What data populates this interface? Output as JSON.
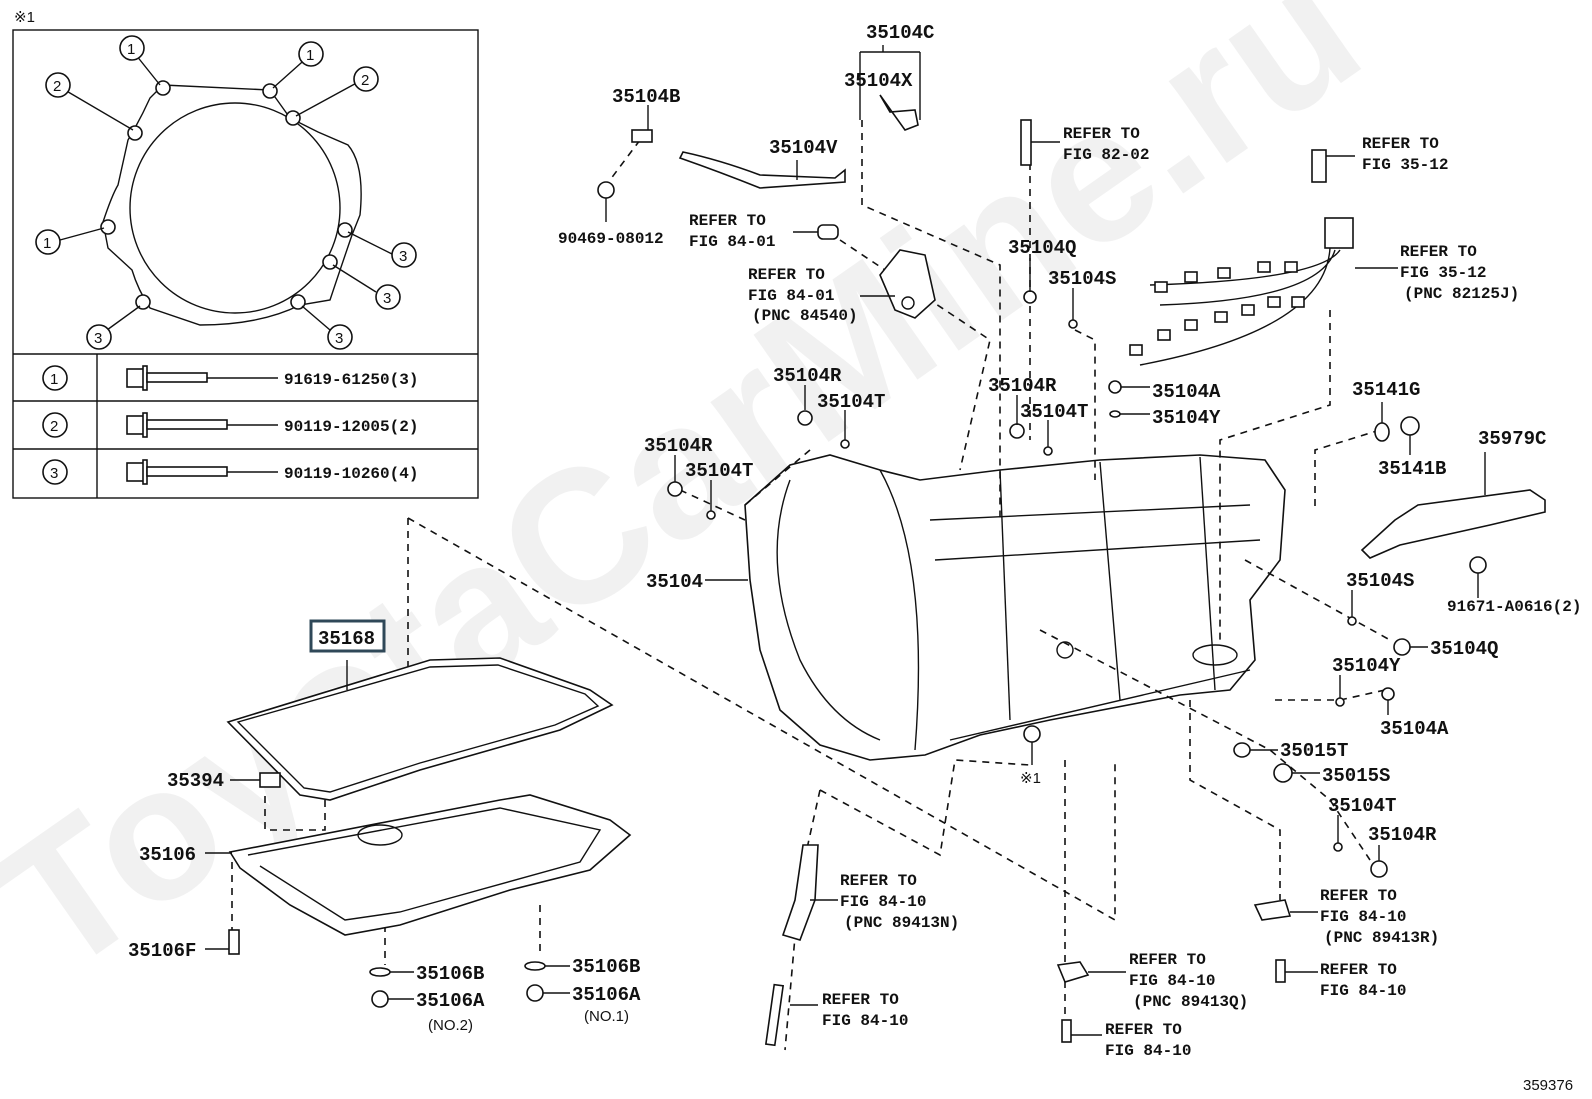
{
  "diagram": {
    "title_ref": "359376",
    "watermark": "ToyotaCarMine.ru",
    "highlight_color": "#2f4858",
    "inset": {
      "mark": "※1",
      "bolt_callouts": [
        "1",
        "2",
        "1",
        "2",
        "1",
        "3",
        "3",
        "3",
        "3"
      ],
      "table": [
        {
          "key": "1",
          "part": "91619-61250(3)"
        },
        {
          "key": "2",
          "part": "90119-12005(2)"
        },
        {
          "key": "3",
          "part": "90119-10260(4)"
        }
      ]
    },
    "labels": {
      "l35104C": "35104C",
      "l35104X": "35104X",
      "l35104B": "35104B",
      "l35104V": "35104V",
      "l90469": "90469-08012",
      "l35104Q_top": "35104Q",
      "l35104S_top": "35104S",
      "l35104R_a": "35104R",
      "l35104T_a": "35104T",
      "l35104R_b": "35104R",
      "l35104T_b": "35104T",
      "l35104R_c": "35104R",
      "l35104T_c": "35104T",
      "l35104A_top": "35104A",
      "l35104Y_top": "35104Y",
      "l35141G": "35141G",
      "l35141B": "35141B",
      "l35979C": "35979C",
      "l91671": "91671-A0616(2)",
      "l35104": "35104",
      "l35104S_r": "35104S",
      "l35104Q_r": "35104Q",
      "l35104Y_r": "35104Y",
      "l35104A_r": "35104A",
      "l35015T": "35015T",
      "l35015S": "35015S",
      "l35104T_r": "35104T",
      "l35104R_r": "35104R",
      "l35168": "35168",
      "l35394": "35394",
      "l35106": "35106",
      "l35106F": "35106F",
      "l35106B_1": "35106B",
      "l35106A_1": "35106A",
      "l35106A_1_note": "(NO.2)",
      "l35106B_2": "35106B",
      "l35106A_2": "35106A",
      "l35106A_2_note": "(NO.1)",
      "mark1": "※1"
    },
    "refer": {
      "r1": [
        "REFER TO",
        "FIG 84-01"
      ],
      "r2": [
        "REFER TO",
        "FIG 84-01",
        "(PNC 84540)"
      ],
      "r3": [
        "REFER TO",
        "FIG 82-02"
      ],
      "r4": [
        "REFER TO",
        "FIG 35-12"
      ],
      "r5": [
        "REFER TO",
        "FIG 35-12",
        "(PNC 82125J)"
      ],
      "r6": [
        "REFER TO",
        "FIG 84-10",
        "(PNC 89413N)"
      ],
      "r7": [
        "REFER TO",
        "FIG 84-10"
      ],
      "r8": [
        "REFER TO",
        "FIG 84-10",
        "(PNC 89413Q)"
      ],
      "r9": [
        "REFER TO",
        "FIG 84-10"
      ],
      "r10": [
        "REFER TO",
        "FIG 84-10",
        "(PNC 89413R)"
      ],
      "r11": [
        "REFER TO",
        "FIG 84-10"
      ]
    }
  }
}
